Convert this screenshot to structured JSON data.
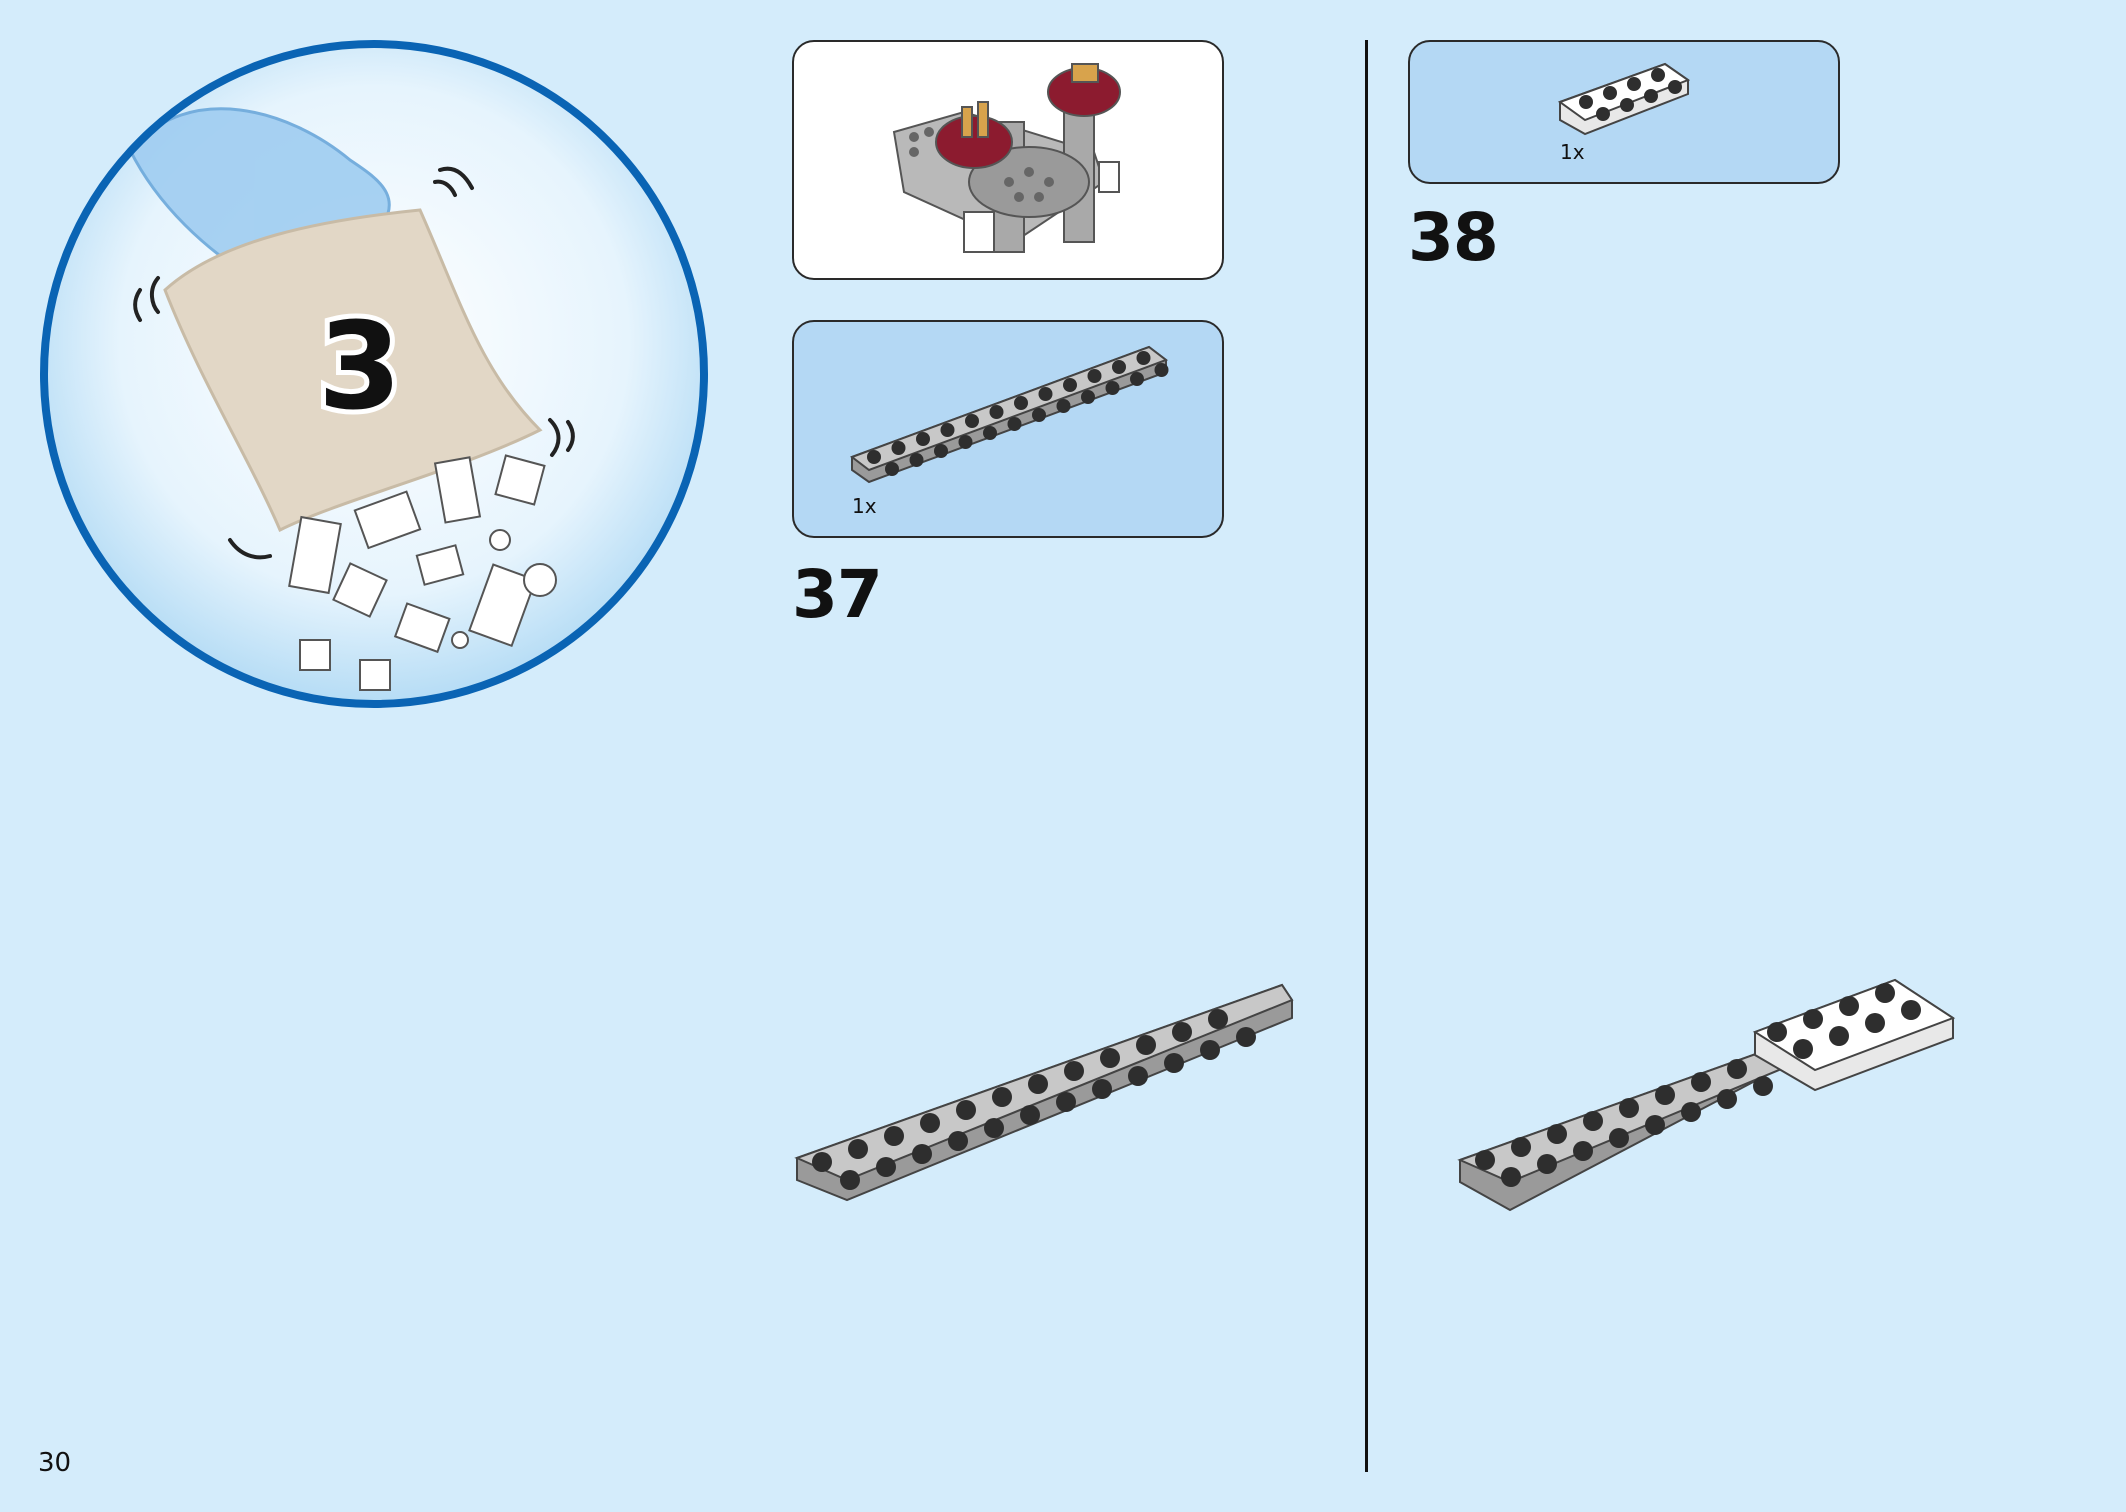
{
  "page": {
    "number": "30",
    "background": "#d4ecfb"
  },
  "bag": {
    "number": "3",
    "ring_color": "#0a64b4"
  },
  "preview": {
    "icon": "assembled-model-icon"
  },
  "steps": [
    {
      "number": "37",
      "parts": [
        {
          "qty": "1x",
          "icon": "plate-2x12-dark-gray-icon"
        }
      ]
    },
    {
      "number": "38",
      "parts": [
        {
          "qty": "1x",
          "icon": "plate-2x4-white-icon"
        }
      ]
    }
  ],
  "colors": {
    "callout_blue": "#b4d8f4",
    "plate_gray": "#9a9a9a",
    "plate_white": "#ffffff",
    "text": "#111111"
  }
}
